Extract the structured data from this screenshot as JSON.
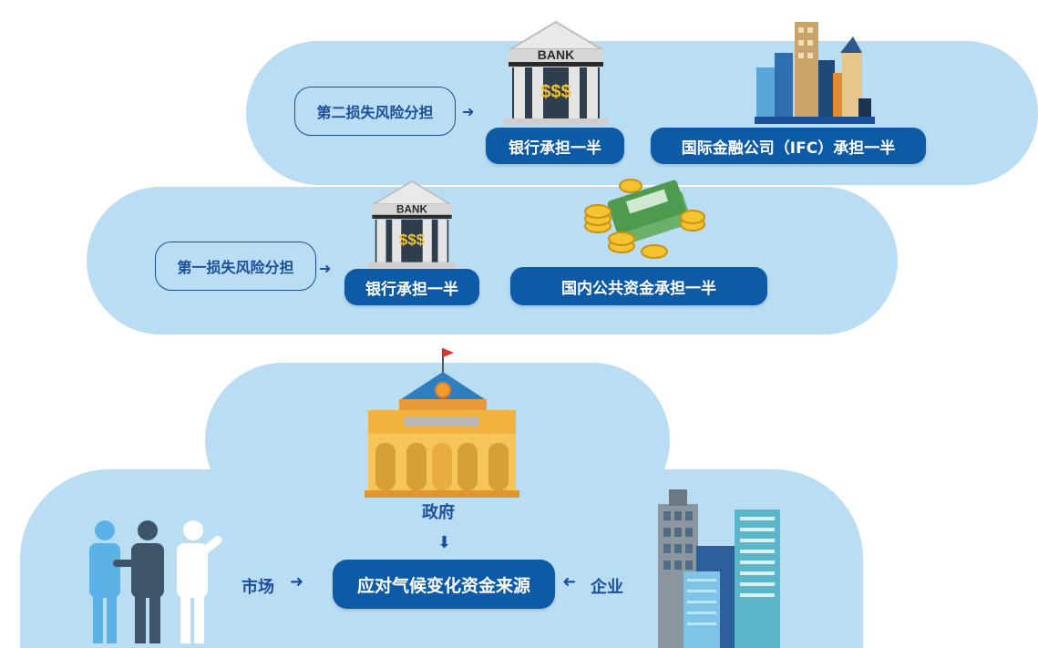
{
  "top_tier": {
    "risk_label": "第二损失风险分担",
    "bank_sign": "BANK",
    "bank_money": "$$$",
    "bank_label": "银行承担一半",
    "ifc_label": "国际金融公司（IFC）承担一半"
  },
  "middle_tier": {
    "risk_label": "第一损失风险分担",
    "bank_sign": "BANK",
    "bank_money": "$$$",
    "bank_label": "银行承担一半",
    "public_label": "国内公共资金承担一半"
  },
  "bottom_tier": {
    "government_label": "政府",
    "market_label": "市场",
    "enterprise_label": "企业",
    "center_label": "应对气候变化资金来源"
  },
  "colors": {
    "background_blob": "#b9ddf3",
    "pill": "#0d5aa7",
    "text_accent": "#1b4f9c"
  }
}
